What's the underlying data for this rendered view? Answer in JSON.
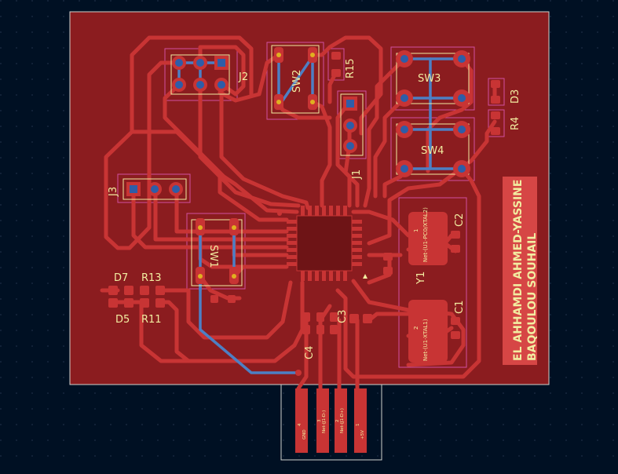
{
  "board": {
    "silkscreen_title_line1": "EL AHHAMDI AHMED-YASSINE",
    "silkscreen_title_line2": "BAQOULOU SOUHAIL"
  },
  "refs": {
    "J2": "J2",
    "SW2": "SW2",
    "R15": "R15",
    "SW3": "SW3",
    "SW4": "SW4",
    "D3": "D3",
    "R4": "R4",
    "J3": "J3",
    "J1": "J1",
    "SW1": "SW1",
    "C2": "C2",
    "C1": "C1",
    "Y1": "Y1",
    "D7": "D7",
    "R13": "R13",
    "D5": "D5",
    "R11": "R11",
    "C4": "C4",
    "C3": "C3"
  },
  "pad_labels": {
    "xtal2": "Net-(U1-PC0/XTAL2)",
    "xtal1": "Net-(U1-XTAL1)",
    "y1_pin1": "1",
    "y1_pin2": "2",
    "conn_gnd": "GND",
    "conn_pin4": "4",
    "conn_pin3": "3",
    "conn_pin2": "2",
    "conn_pin1": "1",
    "conn_vcc": "+5V",
    "conn_d_minus": "Net-(J1-D-)",
    "conn_d_plus": "Net-(J1-D+)"
  },
  "colors": {
    "background": "#001023",
    "copper_fill": "#8b1c1f",
    "copper": "#c83434",
    "back_track": "#4d7fc4",
    "silkscreen": "#f2eda1",
    "courtyard": "#d050a0",
    "edge_cuts": "#d0d2cd"
  }
}
